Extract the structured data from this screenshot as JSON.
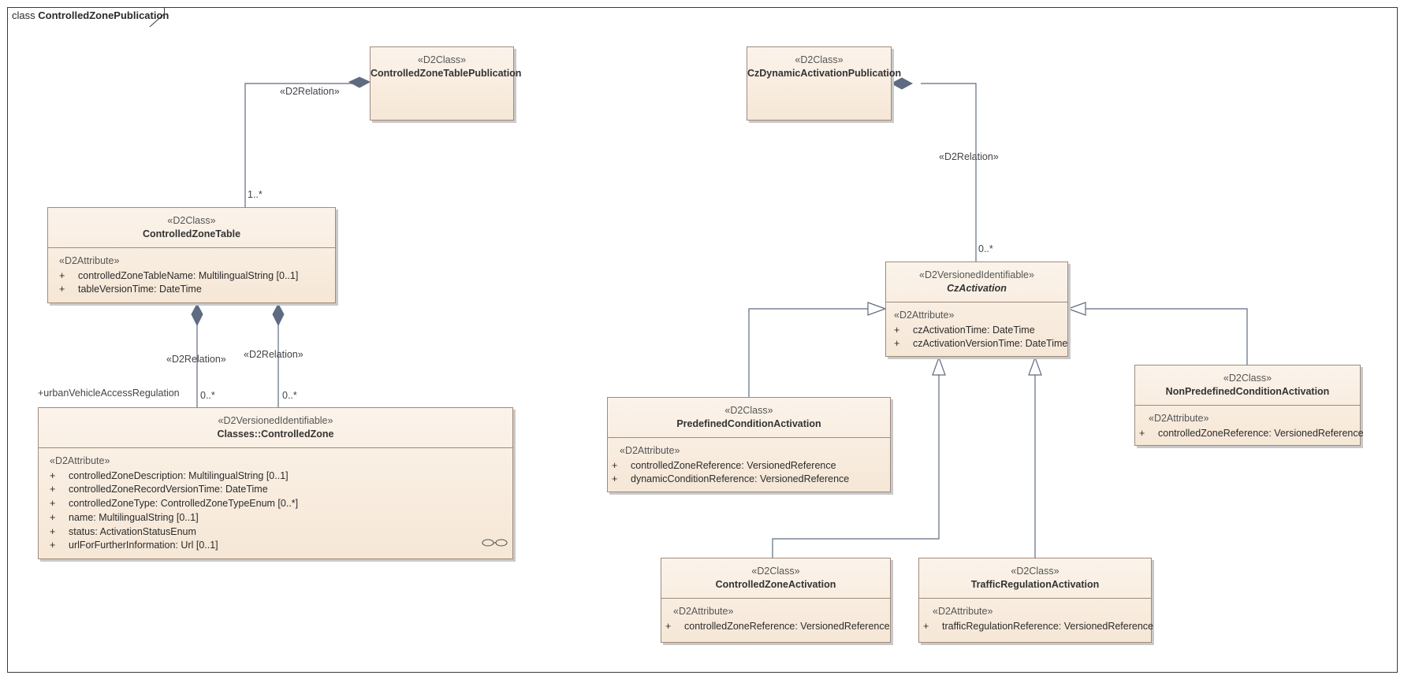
{
  "frame": {
    "kind": "class",
    "name": "ControlledZonePublication"
  },
  "classes": {
    "tablePub": {
      "stereotype": "«D2Class»",
      "name": "ControlledZoneTablePublication"
    },
    "table": {
      "stereotype": "«D2Class»",
      "name": "ControlledZoneTable",
      "attr_stereotype": "«D2Attribute»",
      "attributes": [
        {
          "vis": "+",
          "text": "controlledZoneTableName: MultilingualString [0..1]"
        },
        {
          "vis": "+",
          "text": "tableVersionTime: DateTime"
        }
      ]
    },
    "zone": {
      "stereotype": "«D2VersionedIdentifiable»",
      "name": "Classes::ControlledZone",
      "attr_stereotype": "«D2Attribute»",
      "attributes": [
        {
          "vis": "+",
          "text": "controlledZoneDescription: MultilingualString [0..1]"
        },
        {
          "vis": "+",
          "text": "controlledZoneRecordVersionTime: DateTime"
        },
        {
          "vis": "+",
          "text": "controlledZoneType: ControlledZoneTypeEnum [0..*]"
        },
        {
          "vis": "+",
          "text": "name: MultilingualString [0..1]"
        },
        {
          "vis": "+",
          "text": "status: ActivationStatusEnum"
        },
        {
          "vis": "+",
          "text": "urlForFurtherInformation: Url [0..1]"
        }
      ]
    },
    "dynPub": {
      "stereotype": "«D2Class»",
      "name": "CzDynamicActivationPublication"
    },
    "czAct": {
      "stereotype": "«D2VersionedIdentifiable»",
      "name": "CzActivation",
      "attr_stereotype": "«D2Attribute»",
      "attributes": [
        {
          "vis": "+",
          "text": "czActivationTime: DateTime"
        },
        {
          "vis": "+",
          "text": "czActivationVersionTime: DateTime"
        }
      ]
    },
    "predef": {
      "stereotype": "«D2Class»",
      "name": "PredefinedConditionActivation",
      "attr_stereotype": "«D2Attribute»",
      "attributes": [
        {
          "vis": "+",
          "text": "controlledZoneReference: VersionedReference"
        },
        {
          "vis": "+",
          "text": "dynamicConditionReference: VersionedReference"
        }
      ]
    },
    "nonpre": {
      "stereotype": "«D2Class»",
      "name": "NonPredefinedConditionActivation",
      "attr_stereotype": "«D2Attribute»",
      "attributes": [
        {
          "vis": "+",
          "text": "controlledZoneReference: VersionedReference"
        }
      ]
    },
    "czoneAct": {
      "stereotype": "«D2Class»",
      "name": "ControlledZoneActivation",
      "attr_stereotype": "«D2Attribute»",
      "attributes": [
        {
          "vis": "+",
          "text": "controlledZoneReference: VersionedReference"
        }
      ]
    },
    "trafficAct": {
      "stereotype": "«D2Class»",
      "name": "TrafficRegulationActivation",
      "attr_stereotype": "«D2Attribute»",
      "attributes": [
        {
          "vis": "+",
          "text": "trafficRegulationReference: VersionedReference"
        }
      ]
    }
  },
  "labels": {
    "rel1": "«D2Relation»",
    "mult1": "1..*",
    "rel2": "«D2Relation»",
    "rel3": "«D2Relation»",
    "role": "+urbanVehicleAccessRegulation",
    "mult2": "0..*",
    "mult3": "0..*",
    "rel4": "«D2Relation»",
    "mult4": "0..*"
  },
  "icons": {
    "zone": "link-icon"
  },
  "colors": {
    "line": "#5f6b80",
    "diamond": "#5f6b80",
    "border": "#a08a7a"
  }
}
